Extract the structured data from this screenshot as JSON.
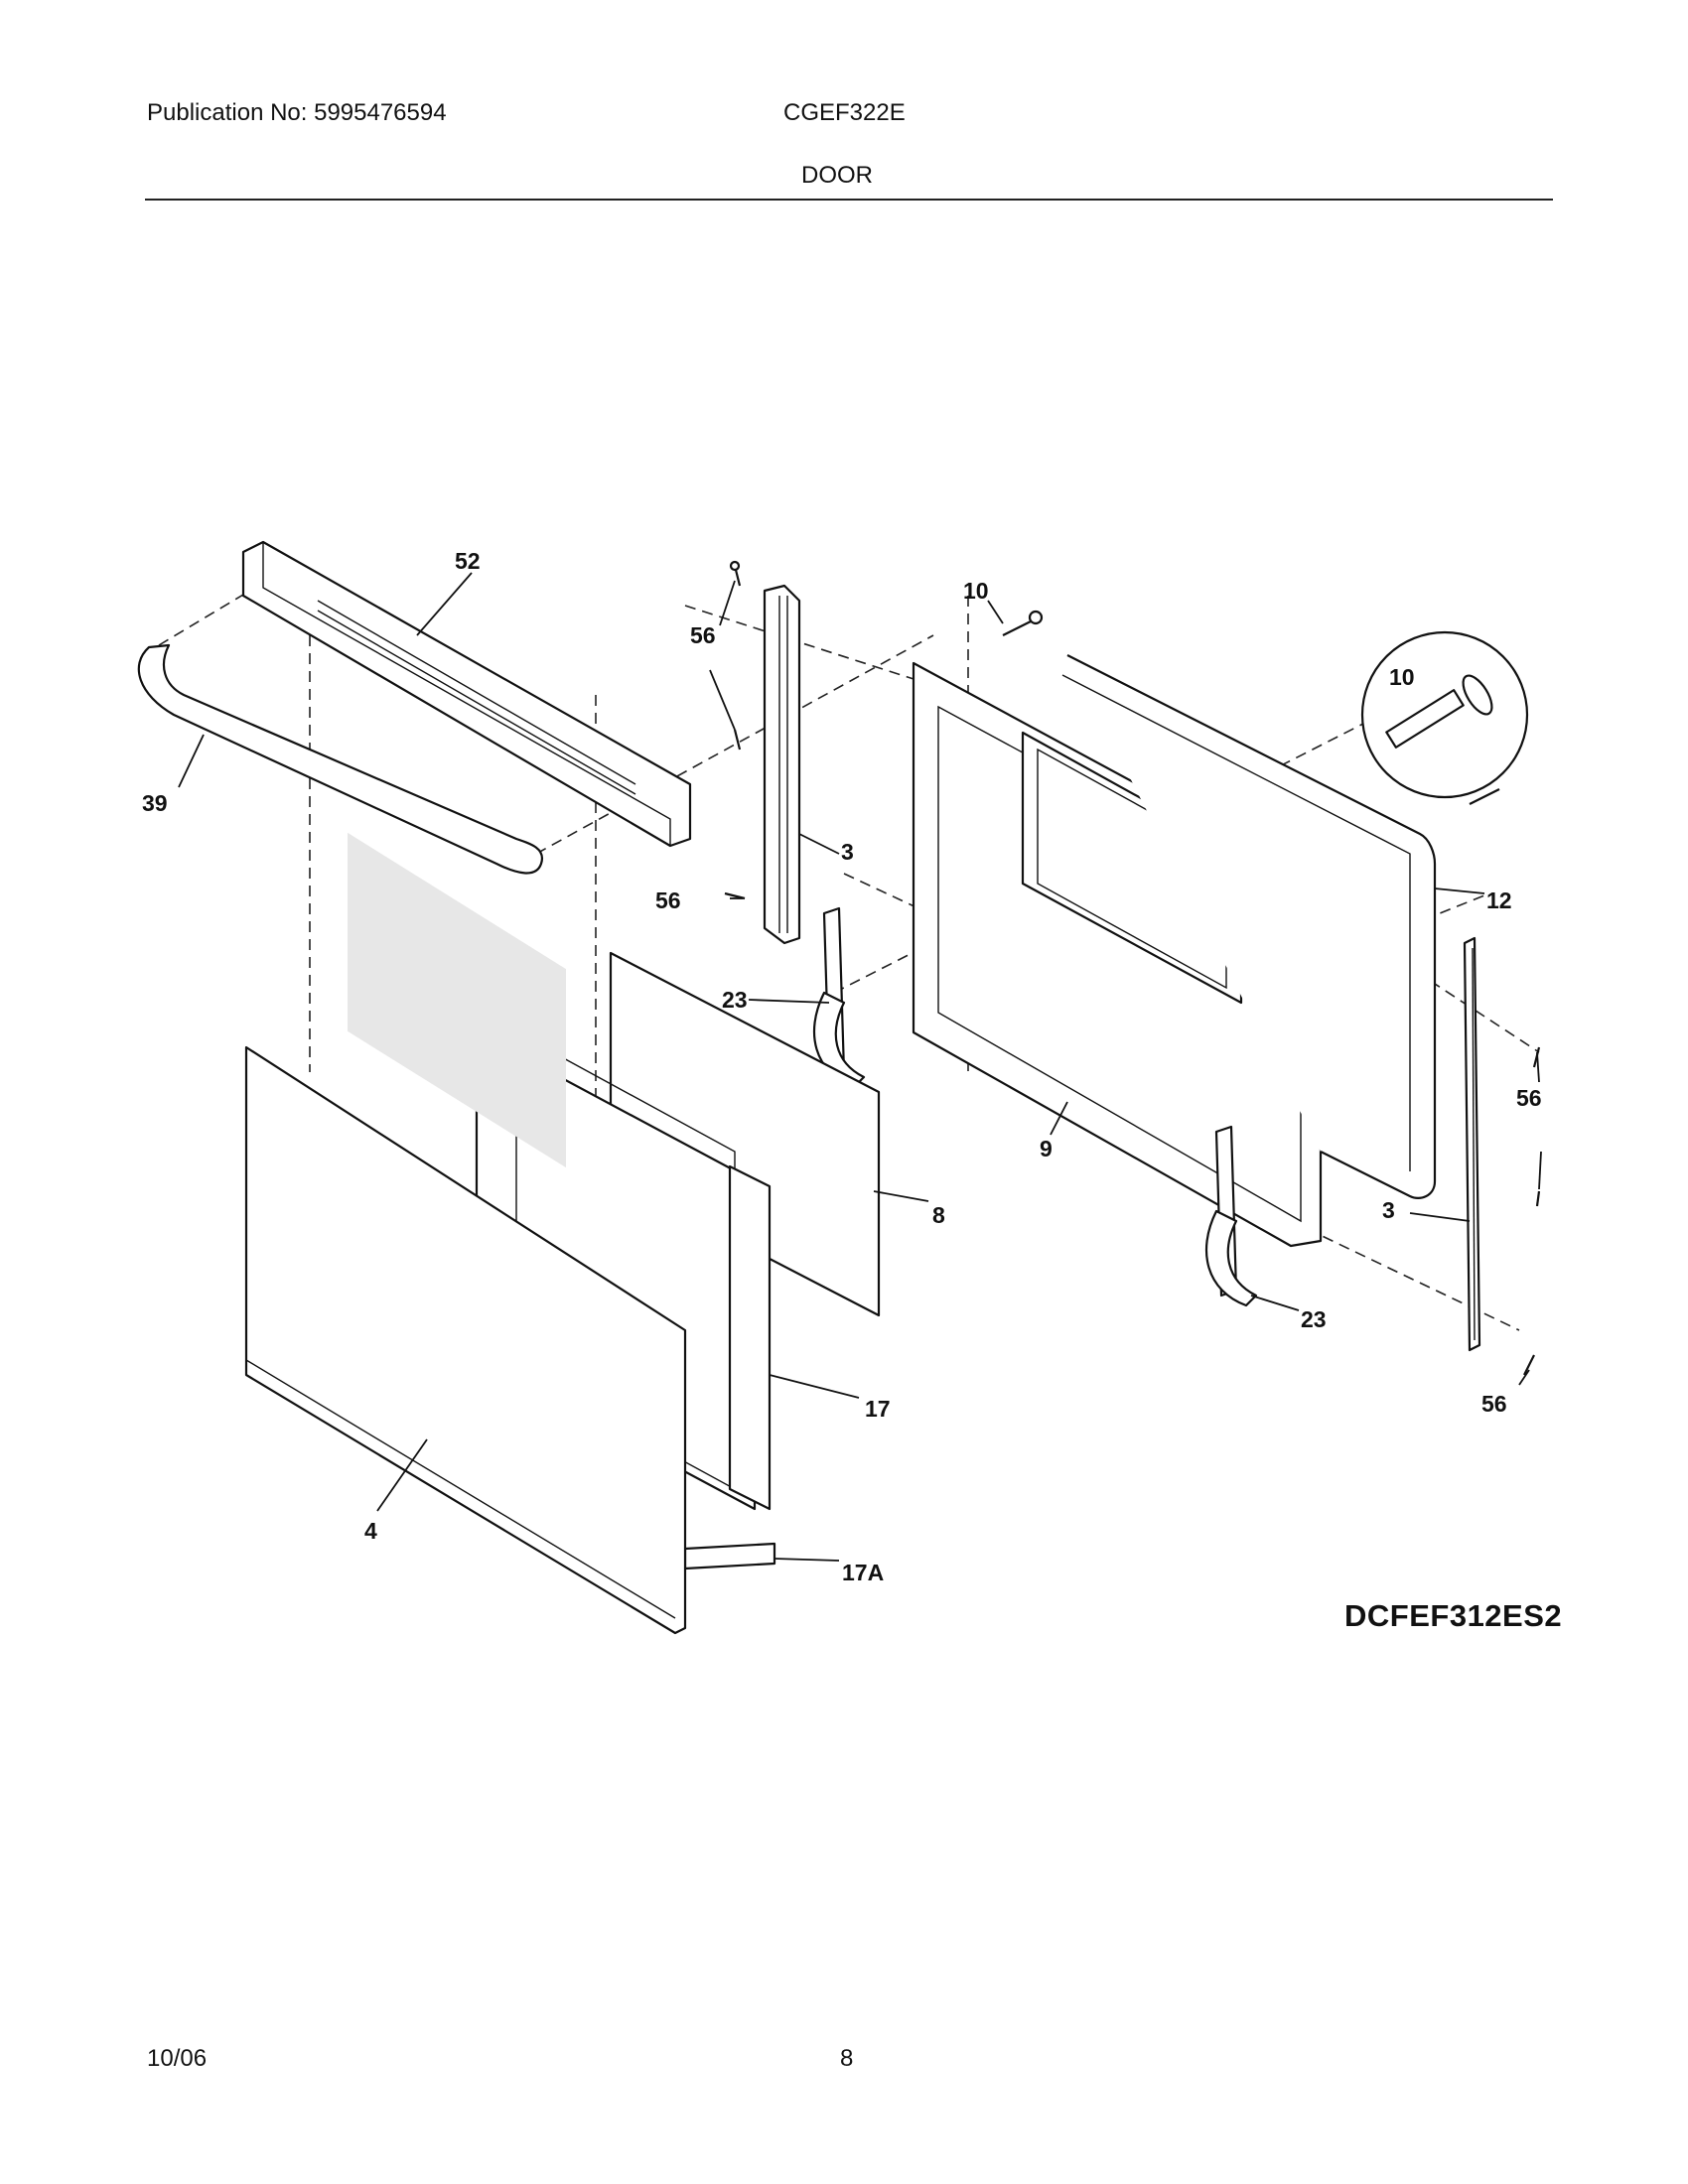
{
  "header": {
    "publication": "Publication No: 5995476594",
    "model": "CGEF322E",
    "section": "DOOR"
  },
  "diagram": {
    "drawing_id": "DCFEF312ES2",
    "callouts": {
      "c52": "52",
      "c39": "39",
      "c56a": "56",
      "c56b": "56",
      "c56c": "56",
      "c56d": "56",
      "c10a": "10",
      "c10b": "10",
      "c3a": "3",
      "c3b": "3",
      "c12": "12",
      "c23a": "23",
      "c23b": "23",
      "c9": "9",
      "c8": "8",
      "c17": "17",
      "c17a": "17A",
      "c4": "4"
    }
  },
  "footer": {
    "date": "10/06",
    "page": "8"
  }
}
